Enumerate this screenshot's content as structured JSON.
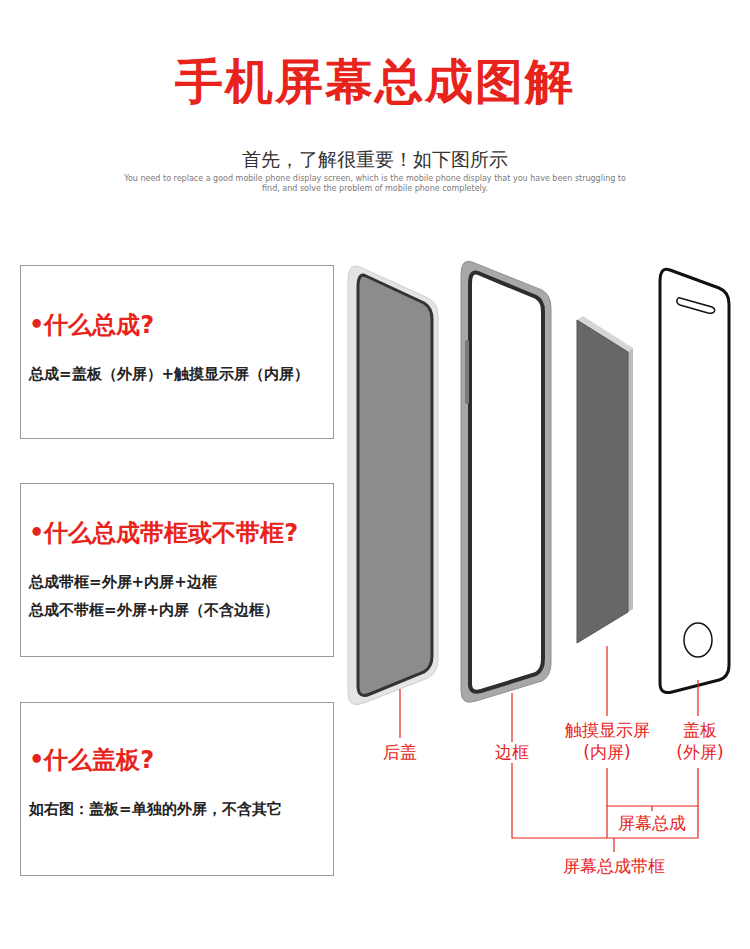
{
  "diagram": {
    "title": "手机屏幕总成图解",
    "nodes": [
      {
        "text": [
          "•什么总成?",
          "总成=盖板（外屏）+触摸显示屏（内屏）"
        ]
      },
      {
        "text": [
          "•什么总成带框或不带框?",
          "总成带框=外屏+内屏+边框",
          "总成不带框=外屏+内屏（不含边框）"
        ]
      },
      {
        "text": [
          "•什么盖板?",
          "如右图：盖板=单独的外屏，不含其它"
        ]
      }
    ],
    "labels": [
      "首先，了解很重要！如下图所示",
      "You need to replace a good mobile phone display screen, which is the mobile phone display that you have been struggling to find, and solve the problem of mobile phone completely.",
      "后盖",
      "边框",
      "触摸显示屏",
      "(内屏)",
      "盖板",
      "(外屏)",
      "屏幕总成",
      "屏幕总成带框"
    ]
  }
}
